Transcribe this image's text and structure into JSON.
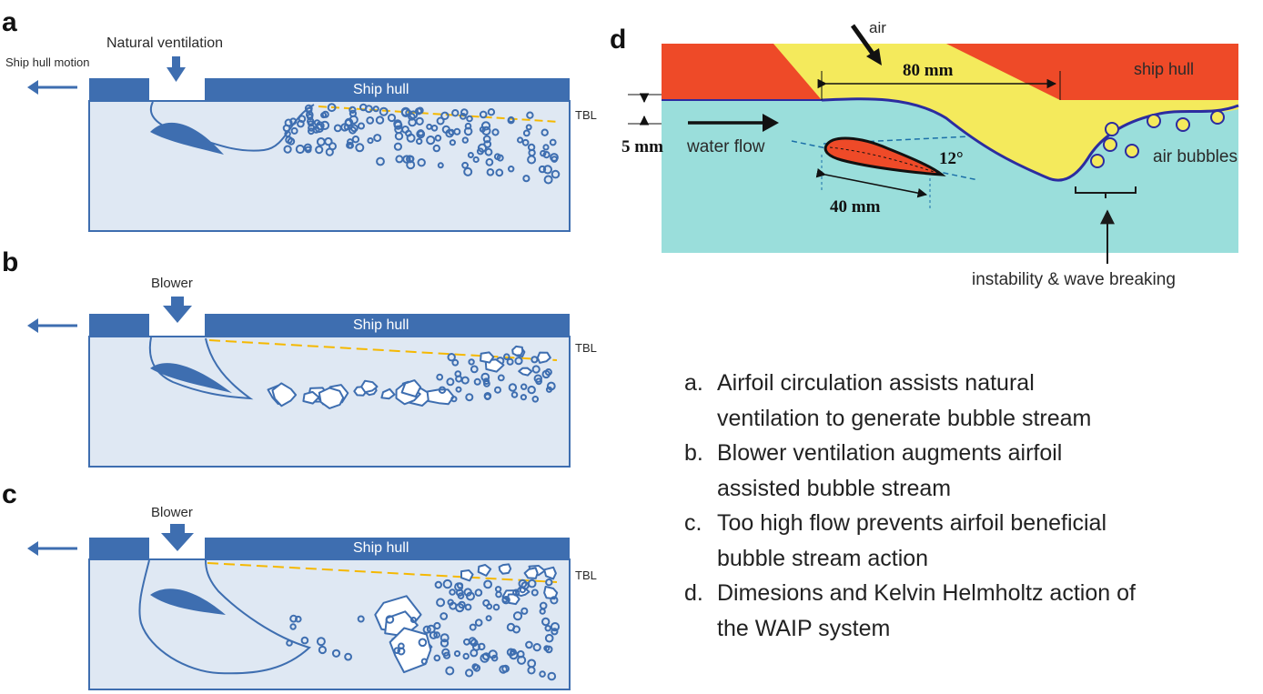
{
  "panels": {
    "a": {
      "letter": "a",
      "motion_label": "Ship hull motion",
      "inlet_label": "Natural ventilation",
      "hull_label": "Ship hull",
      "tbl_label": "TBL"
    },
    "b": {
      "letter": "b",
      "inlet_label": "Blower",
      "hull_label": "Ship hull",
      "tbl_label": "TBL"
    },
    "c": {
      "letter": "c",
      "inlet_label": "Blower",
      "hull_label": "Ship hull",
      "tbl_label": "TBL"
    },
    "d": {
      "letter": "d",
      "air_label": "air",
      "hull_label": "ship hull",
      "dim_80": "80 mm",
      "dim_5": "5 mm",
      "flow_label": "water flow",
      "angle_label": "12°",
      "dim_40": "40 mm",
      "bubbles_label": "air bubbles",
      "instability_label": "instability & wave breaking"
    }
  },
  "colors": {
    "hull_blue": "#3e6eb0",
    "water_light": "#dfe8f3",
    "tbl_orange": "#f5b800",
    "d_hull_red": "#ee4a28",
    "d_air_yellow": "#f4ea5c",
    "d_water_cyan": "#9adedb"
  },
  "caption": [
    {
      "key": "a.",
      "lines": [
        "Airfoil circulation assists natural",
        "ventilation to generate bubble stream"
      ]
    },
    {
      "key": "b.",
      "lines": [
        "Blower ventilation augments airfoil",
        "assisted bubble stream"
      ]
    },
    {
      "key": "c.",
      "lines": [
        "Too high flow prevents airfoil beneficial",
        "bubble stream action"
      ]
    },
    {
      "key": "d.",
      "lines": [
        "Dimesions and Kelvin Helmholtz action of",
        "the WAIP system"
      ]
    }
  ]
}
